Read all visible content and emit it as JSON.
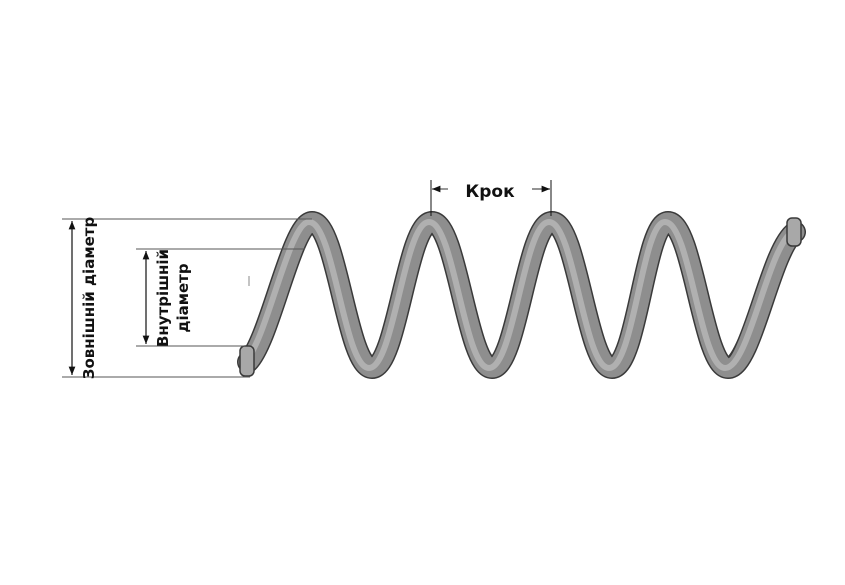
{
  "labels": {
    "pitch": "Крок",
    "outer_diameter": "Зовнішній діаметр",
    "inner_diameter_line1": "Внутрішній",
    "inner_diameter_line2": "діаметр"
  },
  "colors": {
    "spring_fill": "#8a8a8a",
    "spring_outline": "#3a3a3a",
    "dimension_line": "#555555"
  }
}
